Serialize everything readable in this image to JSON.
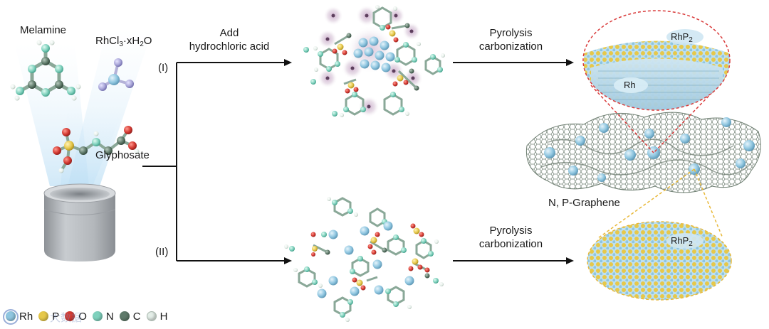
{
  "labels": {
    "melamine": "Melamine",
    "rhcl3": "RhCl",
    "rhcl3_sub": "3",
    "rhcl3_tail": "·xH",
    "rhcl3_sub2": "2",
    "rhcl3_end": "O",
    "glyphosate": "Glyphosate",
    "route_1": "(I)",
    "route_2": "(II)",
    "add_line1": "Add",
    "add_line2": "hydrochloric acid",
    "pyro_top_line1": "Pyrolysis",
    "pyro_top_line2": "carbonization",
    "pyro_bottom_line1": "Pyrolysis",
    "pyro_bottom_line2": "carbonization",
    "rhp2_top": "RhP",
    "rhp2_top_sub": "2",
    "rh_core": "Rh",
    "rhp2_bottom": "RhP",
    "rhp2_bottom_sub": "2",
    "graphene": "N, P-Graphene"
  },
  "legend": [
    {
      "symbol": "Rh",
      "color": "#8fc6e0"
    },
    {
      "symbol": "P",
      "color": "#e6c84a"
    },
    {
      "symbol": "O",
      "color": "#d43a32"
    },
    {
      "symbol": "N",
      "color": "#7fd1bd"
    },
    {
      "symbol": "C",
      "color": "#5f7a6a"
    },
    {
      "symbol": "H",
      "color": "#e4eee8"
    }
  ],
  "watermark": "大数据",
  "colors": {
    "rh": "#8fc6e0",
    "p": "#e6c84a",
    "o": "#d43a32",
    "n": "#7fd1bd",
    "c": "#5f7a6a",
    "h": "#e4eee8",
    "arrow": "#111111",
    "zoom_red": "#d93b3b",
    "zoom_yellow": "#e8b838",
    "crucible": "#a9adb2",
    "glow": "#cfe6f6",
    "halo": "#d8c6d8"
  }
}
